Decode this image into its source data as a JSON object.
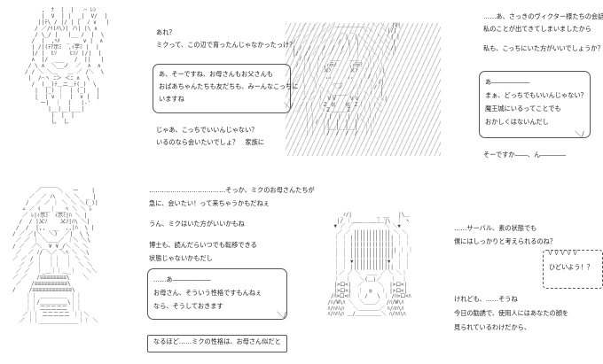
{
  "p1": {
    "lines": [
      "あれ？",
      "ミクって、この辺で育ったんじゃなかったっけ？"
    ],
    "bubble": [
      "あ、そーですね、お母さんもお父さんも",
      "おばあちゃんたちも友だちも、みーんなこっちに",
      "いますね"
    ],
    "after": [
      "じゃあ、こっちでいいんじゃない？",
      "いるのなら会いたいでしょ？　家族に"
    ]
  },
  "p2": {
    "lines": [
      "……あ、さっきのヴィクター様たちの会話で",
      "私のことが出てきてしまいましたから",
      "私も、こっちにいた方がいいでしょうか？"
    ],
    "bubble": [
      "あ――――――",
      "まぁ、どっちでもいいんじゃない？",
      "魔王城にいるってことでも",
      "おかしくはないんだし"
    ],
    "after": [
      "そーですか――、ん――――"
    ]
  },
  "p3": {
    "lines": [
      "………………………………そっか、ミクのお母さんたちが",
      "急に、会いたい！って来ちゃうかもだねぇ",
      "うん、ミクはいた方がいいかもね",
      "博士も、読んだらいつでも転移できる",
      "状態じゃないかもだし"
    ],
    "bubble": [
      "……あ――――――",
      "お母さん、そういう性格ですもんねぇ",
      "なら、そうしておきます"
    ],
    "after": [
      "なるほど……ミクの性格は、お母さん似だと"
    ]
  },
  "p4": {
    "lines": [
      "……サーバル、素の状態でも",
      "僕にはしっかりと考えられるのね？"
    ],
    "shout": [
      "ひどいよう！？"
    ],
    "after": [
      "けれども、……そうね",
      "今日の勧誘で、使用人にはあなたの顔を",
      "見られているわけだから、"
    ]
  }
}
